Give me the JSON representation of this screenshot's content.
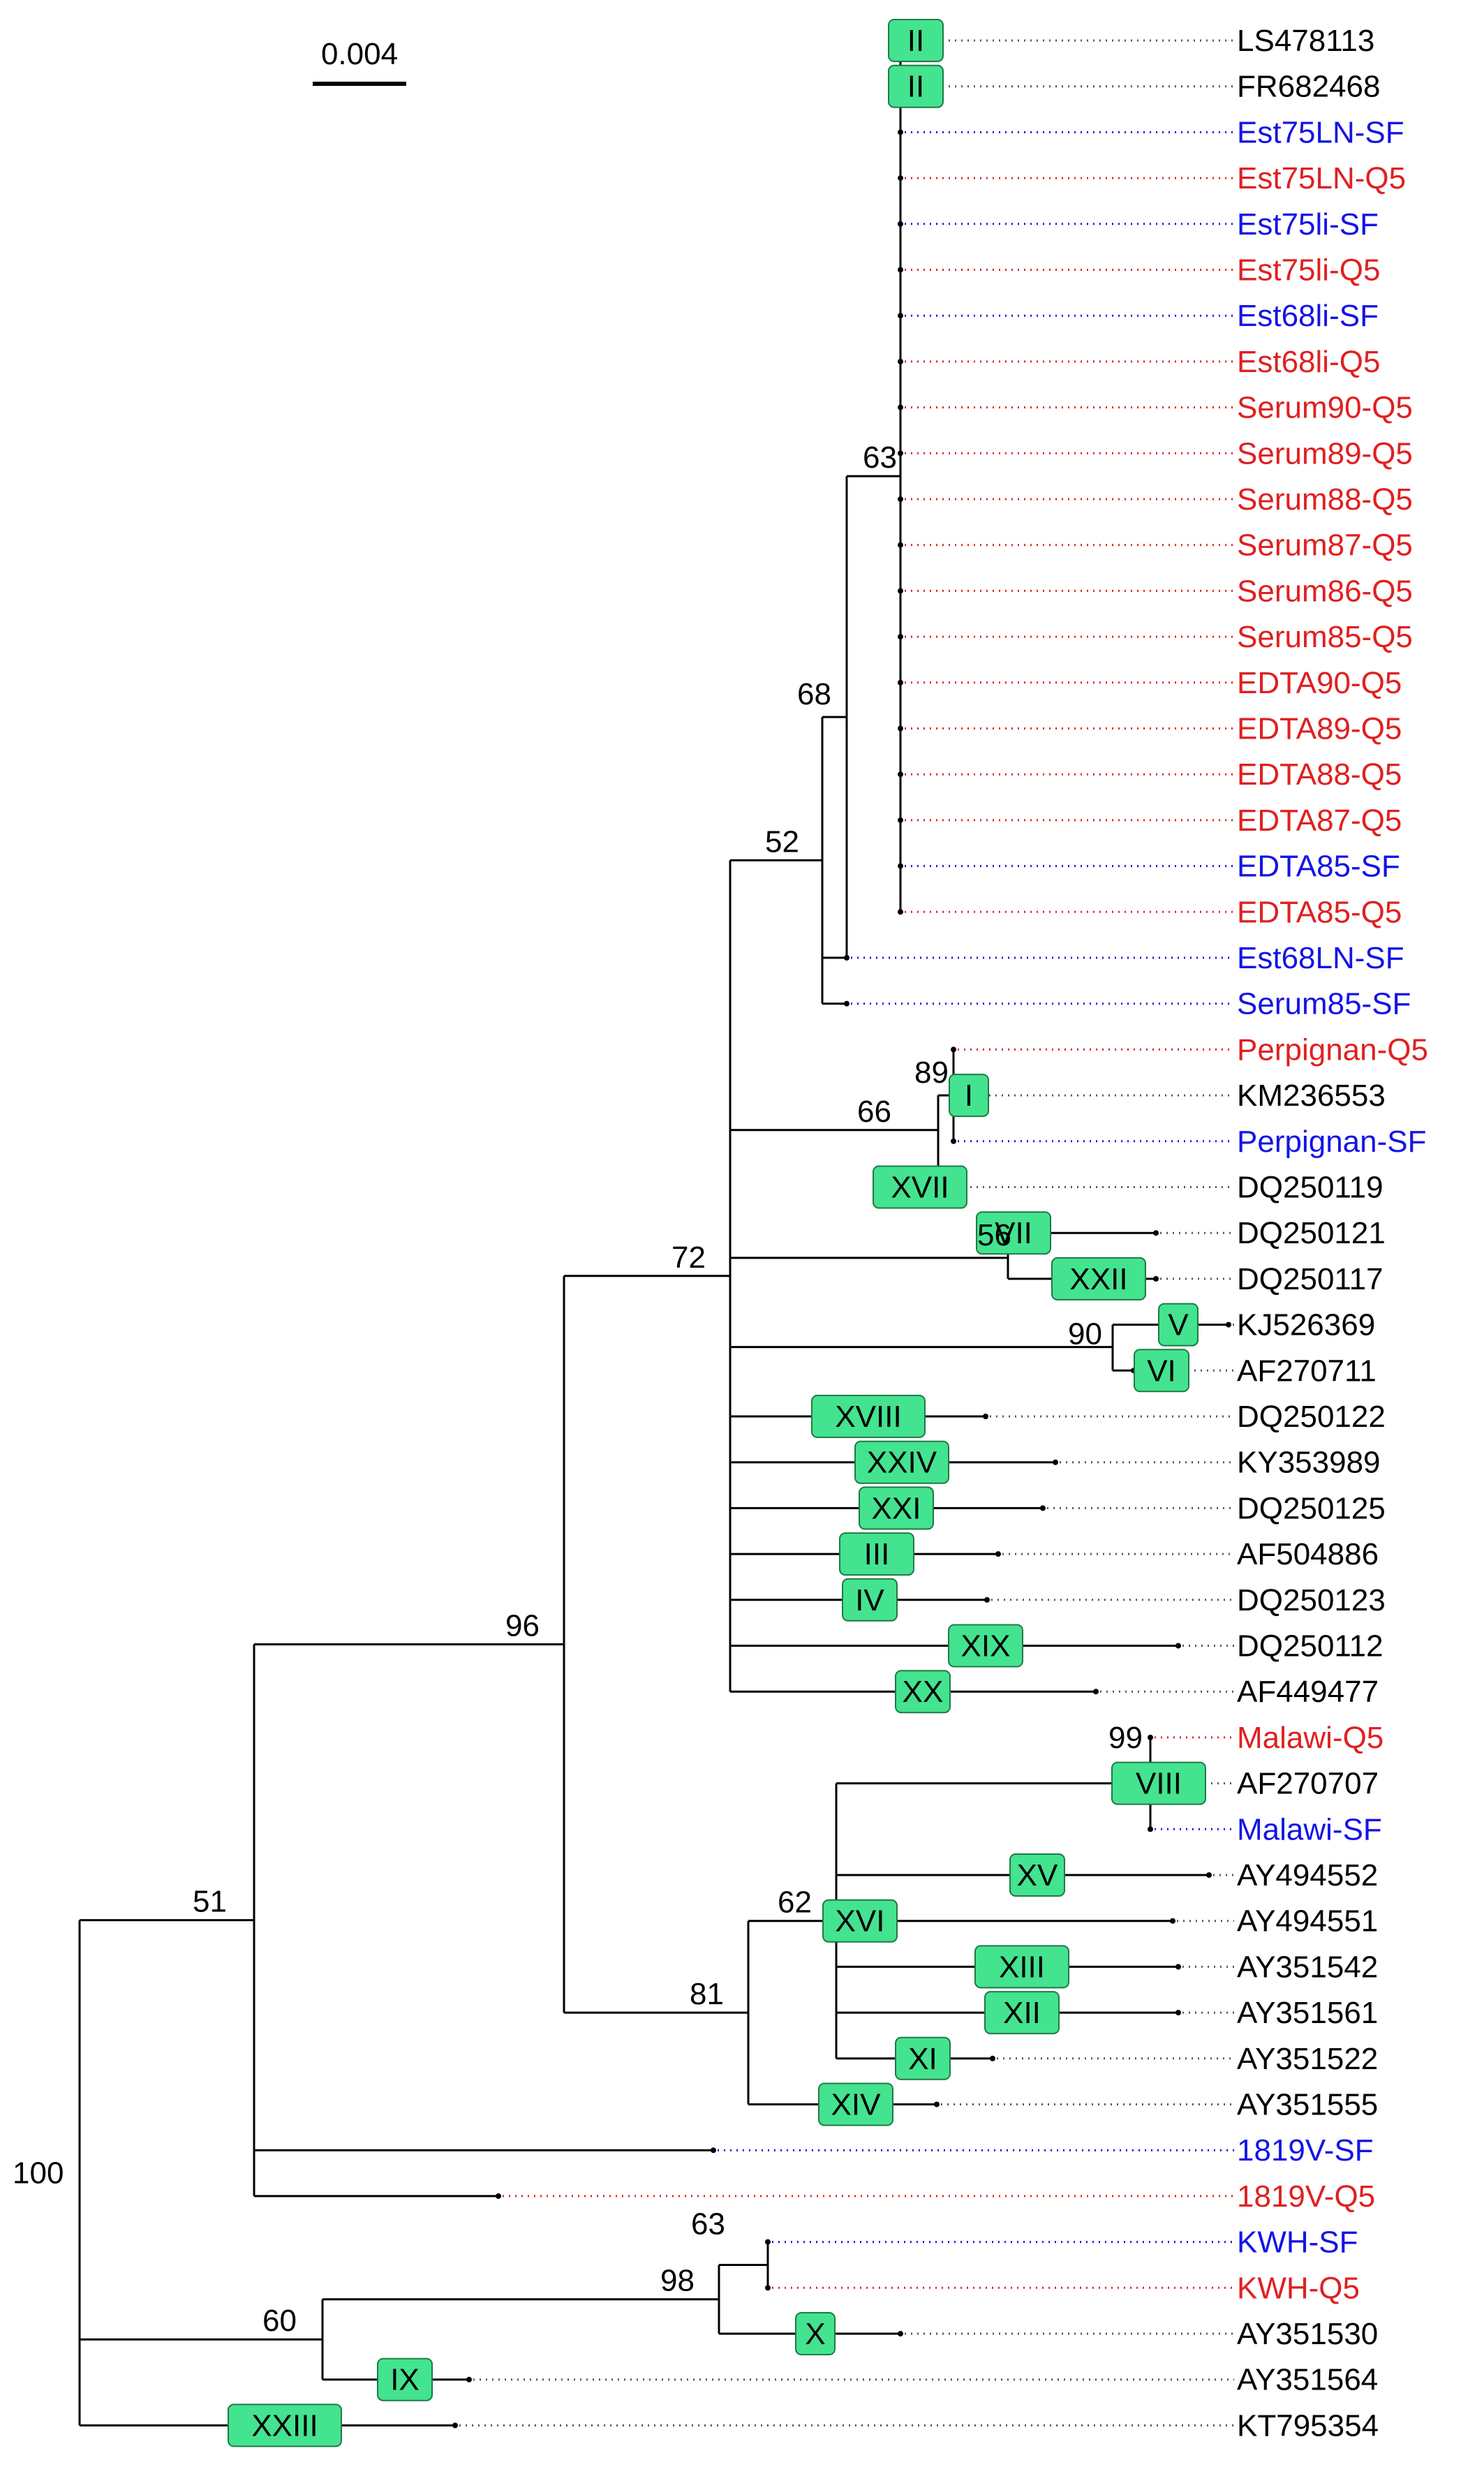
{
  "scale_label": "0.004",
  "colors": {
    "black": "#000000",
    "SF": "#1414e6",
    "Q5": "#e02020",
    "box_fill": "#44e38f",
    "box_stroke": "#1f7a45"
  },
  "tips": [
    {
      "label": "LS478113",
      "group": "ref"
    },
    {
      "label": "FR682468",
      "group": "ref"
    },
    {
      "label": "Est75LN-SF",
      "group": "SF"
    },
    {
      "label": "Est75LN-Q5",
      "group": "Q5"
    },
    {
      "label": "Est75li-SF",
      "group": "SF"
    },
    {
      "label": "Est75li-Q5",
      "group": "Q5"
    },
    {
      "label": "Est68li-SF",
      "group": "SF"
    },
    {
      "label": "Est68li-Q5",
      "group": "Q5"
    },
    {
      "label": "Serum90-Q5",
      "group": "Q5"
    },
    {
      "label": "Serum89-Q5",
      "group": "Q5"
    },
    {
      "label": "Serum88-Q5",
      "group": "Q5"
    },
    {
      "label": "Serum87-Q5",
      "group": "Q5"
    },
    {
      "label": "Serum86-Q5",
      "group": "Q5"
    },
    {
      "label": "Serum85-Q5",
      "group": "Q5"
    },
    {
      "label": "EDTA90-Q5",
      "group": "Q5"
    },
    {
      "label": "EDTA89-Q5",
      "group": "Q5"
    },
    {
      "label": "EDTA88-Q5",
      "group": "Q5"
    },
    {
      "label": "EDTA87-Q5",
      "group": "Q5"
    },
    {
      "label": "EDTA85-SF",
      "group": "SF"
    },
    {
      "label": "EDTA85-Q5",
      "group": "Q5"
    },
    {
      "label": "Est68LN-SF",
      "group": "SF"
    },
    {
      "label": "Serum85-SF",
      "group": "SF"
    },
    {
      "label": "Perpignan-Q5",
      "group": "Q5"
    },
    {
      "label": "KM236553",
      "group": "ref"
    },
    {
      "label": "Perpignan-SF",
      "group": "SF"
    },
    {
      "label": "DQ250119",
      "group": "ref"
    },
    {
      "label": "DQ250121",
      "group": "ref"
    },
    {
      "label": "DQ250117",
      "group": "ref"
    },
    {
      "label": "KJ526369",
      "group": "ref"
    },
    {
      "label": "AF270711",
      "group": "ref"
    },
    {
      "label": "DQ250122",
      "group": "ref"
    },
    {
      "label": "KY353989",
      "group": "ref"
    },
    {
      "label": "DQ250125",
      "group": "ref"
    },
    {
      "label": "AF504886",
      "group": "ref"
    },
    {
      "label": "DQ250123",
      "group": "ref"
    },
    {
      "label": "DQ250112",
      "group": "ref"
    },
    {
      "label": "AF449477",
      "group": "ref"
    },
    {
      "label": "Malawi-Q5",
      "group": "Q5"
    },
    {
      "label": "AF270707",
      "group": "ref"
    },
    {
      "label": "Malawi-SF",
      "group": "SF"
    },
    {
      "label": "AY494552",
      "group": "ref"
    },
    {
      "label": "AY494551",
      "group": "ref"
    },
    {
      "label": "AY351542",
      "group": "ref"
    },
    {
      "label": "AY351561",
      "group": "ref"
    },
    {
      "label": "AY351522",
      "group": "ref"
    },
    {
      "label": "AY351555",
      "group": "ref"
    },
    {
      "label": "1819V-SF",
      "group": "SF"
    },
    {
      "label": "1819V-Q5",
      "group": "Q5"
    },
    {
      "label": "KWH-SF",
      "group": "SF"
    },
    {
      "label": "KWH-Q5",
      "group": "Q5"
    },
    {
      "label": "AY351530",
      "group": "ref"
    },
    {
      "label": "AY351564",
      "group": "ref"
    },
    {
      "label": "KT795354",
      "group": "ref"
    }
  ],
  "bootstrap": [
    "63",
    "68",
    "52",
    "89",
    "66",
    "56",
    "90",
    "72",
    "96",
    "99",
    "62",
    "81",
    "51",
    "100",
    "63",
    "98",
    "60"
  ],
  "genotypes": [
    "II",
    "II",
    "I",
    "XVII",
    "VII",
    "XXII",
    "V",
    "VI",
    "XVIII",
    "XXIV",
    "XXI",
    "III",
    "IV",
    "XIX",
    "XX",
    "VIII",
    "XV",
    "XVI",
    "XIII",
    "XII",
    "XI",
    "XIV",
    "X",
    "IX",
    "XXIII"
  ]
}
